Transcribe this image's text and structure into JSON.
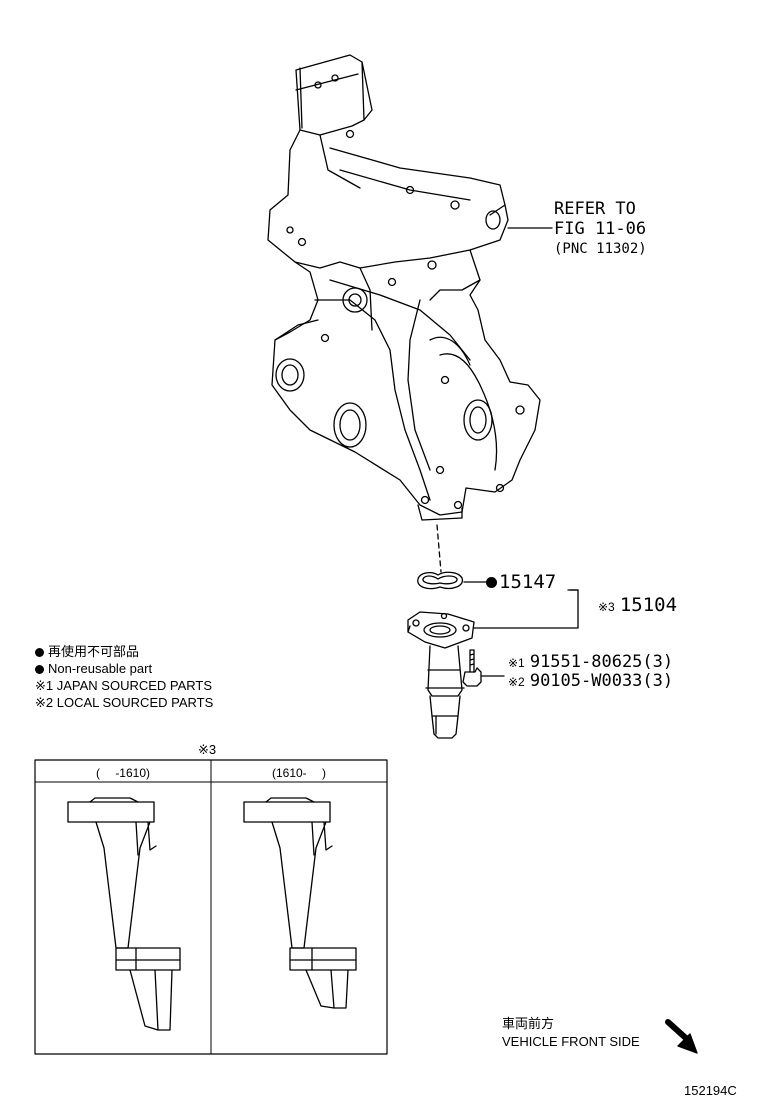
{
  "reference": {
    "line1": "REFER TO",
    "line2": "FIG 11-06",
    "line3": "(PNC 11302)"
  },
  "callouts": {
    "gasket_part": "15147",
    "pump_mark": "※3",
    "pump_part": "15104",
    "bolt1_mark": "※1",
    "bolt1_part": "91551-80625(3)",
    "bolt2_mark": "※2",
    "bolt2_part": "90105-W0033(3)"
  },
  "legend": {
    "non_reusable_jp": "再使用不可部品",
    "non_reusable_en": "Non-reusable part",
    "japan_sourced": "※1 JAPAN SOURCED PARTS",
    "local_sourced": "※2 LOCAL SOURCED PARTS"
  },
  "variant_table": {
    "title": "※3",
    "col1_header": "(　 -1610)",
    "col2_header": "(1610-　 )"
  },
  "direction": {
    "label_jp": "車両前方",
    "label_en": "VEHICLE FRONT SIDE"
  },
  "figure_id": "152194C"
}
